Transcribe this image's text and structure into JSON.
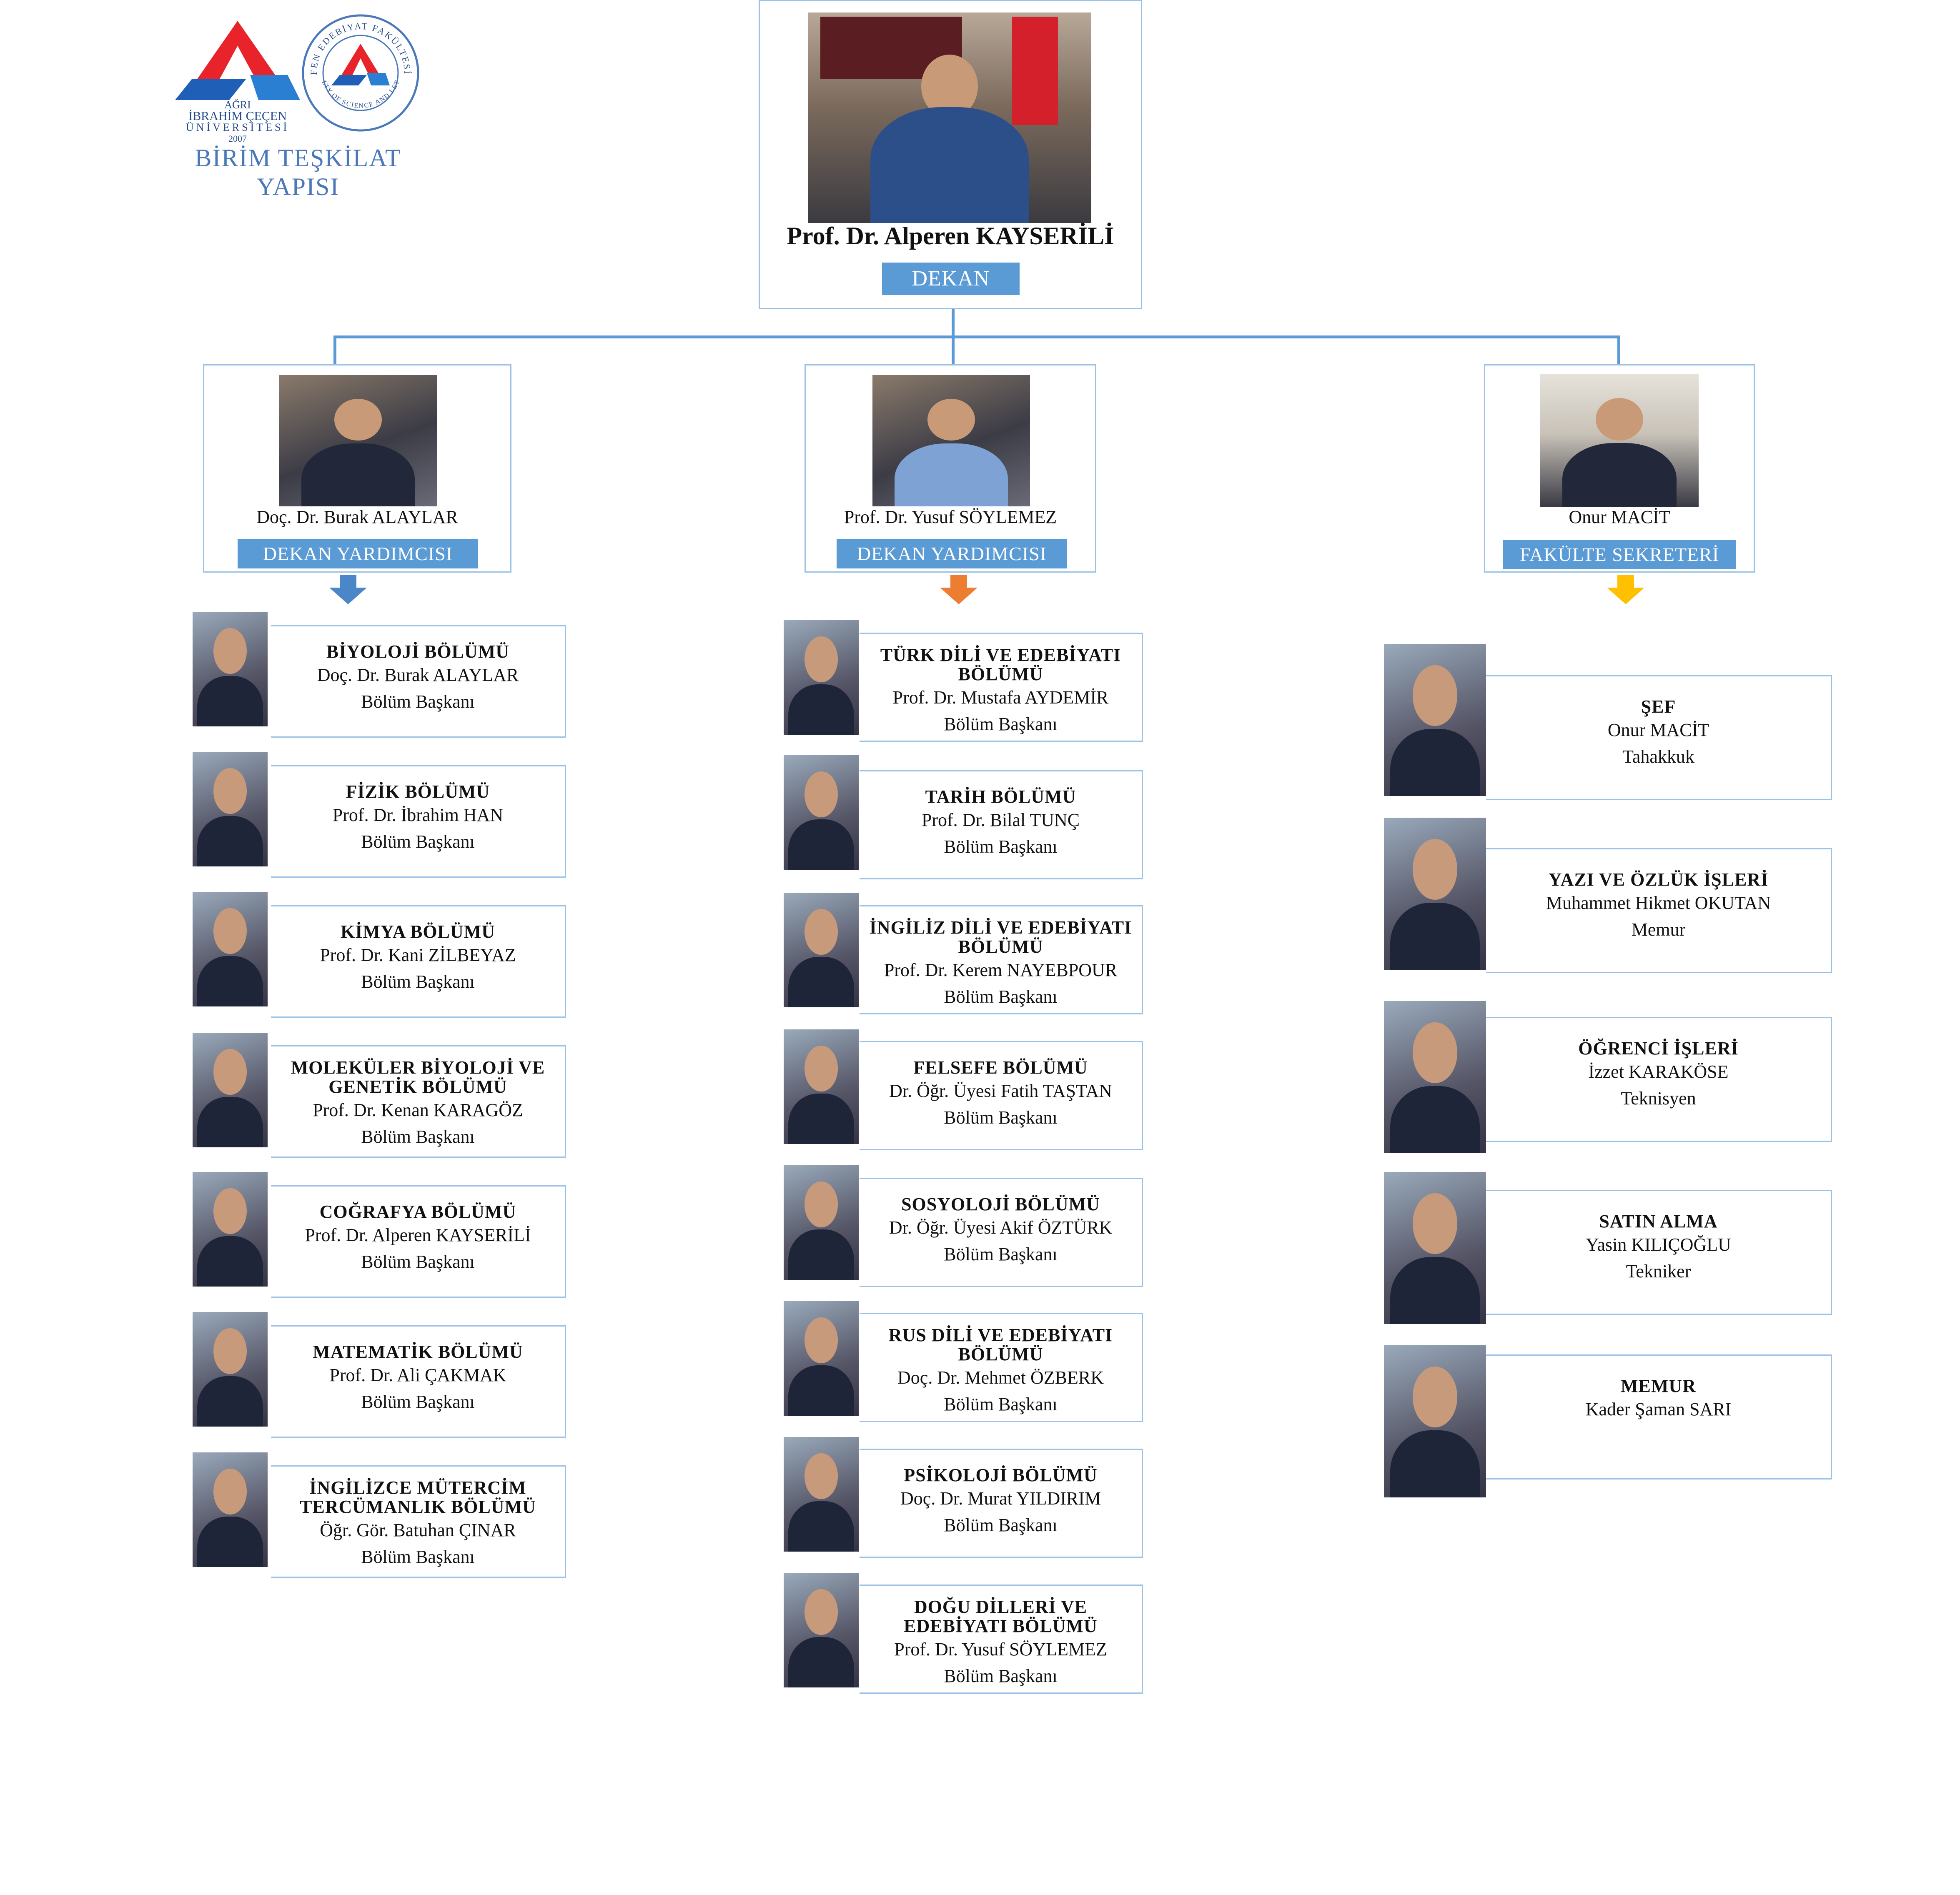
{
  "header": {
    "university_lines": [
      "AĞRI",
      "İBRAHİM ÇEÇEN",
      "ÜNİVERSİTESİ",
      "2007"
    ],
    "seal_text": "FEN EDEBİYAT FAKÜLTESİ",
    "seal_text_bottom": "FACULTY OF SCIENCE AND LETTERS",
    "title": "BİRİM TEŞKİLAT YAPISI"
  },
  "dean": {
    "name": "Prof. Dr. Alperen KAYSERİLİ",
    "role": "DEKAN"
  },
  "leaders": [
    {
      "name": "Doç. Dr. Burak ALAYLAR",
      "role": "DEKAN YARDIMCISI",
      "arrow_color": "#4a86c8"
    },
    {
      "name": "Prof. Dr. Yusuf SÖYLEMEZ",
      "role": "DEKAN YARDIMCISI",
      "arrow_color": "#ed7d31"
    },
    {
      "name": "Onur MACİT",
      "role": "FAKÜLTE SEKRETERİ",
      "arrow_color": "#ffc000"
    }
  ],
  "columns": [
    [
      {
        "title": [
          "BİYOLOJİ BÖLÜMÜ"
        ],
        "name": "Doç. Dr. Burak ALAYLAR",
        "role": "Bölüm Başkanı"
      },
      {
        "title": [
          "FİZİK BÖLÜMÜ"
        ],
        "name": "Prof. Dr. İbrahim HAN",
        "role": "Bölüm Başkanı"
      },
      {
        "title": [
          "KİMYA BÖLÜMÜ"
        ],
        "name": "Prof. Dr. Kani ZİLBEYAZ",
        "role": "Bölüm Başkanı"
      },
      {
        "title": [
          "MOLEKÜLER BİYOLOJİ VE",
          "GENETİK BÖLÜMÜ"
        ],
        "name": "Prof. Dr. Kenan KARAGÖZ",
        "role": "Bölüm Başkanı"
      },
      {
        "title": [
          "COĞRAFYA BÖLÜMÜ"
        ],
        "name": "Prof. Dr. Alperen KAYSERİLİ",
        "role": "Bölüm Başkanı"
      },
      {
        "title": [
          "MATEMATİK BÖLÜMÜ"
        ],
        "name": "Prof. Dr. Ali ÇAKMAK",
        "role": "Bölüm Başkanı"
      },
      {
        "title": [
          "İNGİLİZCE MÜTERCİM",
          "TERCÜMANLIK BÖLÜMÜ"
        ],
        "name": "Öğr. Gör. Batuhan ÇINAR",
        "role": "Bölüm Başkanı"
      }
    ],
    [
      {
        "title": [
          "TÜRK DİLİ VE EDEBİYATI",
          "BÖLÜMÜ"
        ],
        "name": "Prof. Dr. Mustafa AYDEMİR",
        "role": "Bölüm Başkanı"
      },
      {
        "title": [
          "TARİH BÖLÜMÜ"
        ],
        "name": "Prof. Dr. Bilal TUNÇ",
        "role": "Bölüm Başkanı"
      },
      {
        "title": [
          "İNGİLİZ DİLİ VE EDEBİYATI",
          "BÖLÜMÜ"
        ],
        "name": "Prof. Dr. Kerem NAYEBPOUR",
        "role": "Bölüm Başkanı"
      },
      {
        "title": [
          "FELSEFE BÖLÜMÜ"
        ],
        "name": "Dr. Öğr. Üyesi Fatih TAŞTAN",
        "role": "Bölüm Başkanı"
      },
      {
        "title": [
          "SOSYOLOJİ BÖLÜMÜ"
        ],
        "name": "Dr. Öğr. Üyesi Akif ÖZTÜRK",
        "role": "Bölüm Başkanı"
      },
      {
        "title": [
          "RUS DİLİ VE EDEBİYATI",
          "BÖLÜMÜ"
        ],
        "name": "Doç. Dr. Mehmet ÖZBERK",
        "role": "Bölüm Başkanı"
      },
      {
        "title": [
          "PSİKOLOJİ BÖLÜMÜ"
        ],
        "name": "Doç. Dr. Murat YILDIRIM",
        "role": "Bölüm Başkanı"
      },
      {
        "title": [
          "DOĞU DİLLERİ VE",
          "EDEBİYATI BÖLÜMÜ"
        ],
        "name": "Prof. Dr. Yusuf SÖYLEMEZ",
        "role": "Bölüm Başkanı"
      }
    ],
    [
      {
        "title": [
          "ŞEF"
        ],
        "name": "Onur MACİT",
        "role": "Tahakkuk"
      },
      {
        "title": [
          "YAZI VE ÖZLÜK İŞLERİ"
        ],
        "name": "Muhammet Hikmet OKUTAN",
        "role": "Memur"
      },
      {
        "title": [
          "ÖĞRENCİ İŞLERİ"
        ],
        "name": "İzzet KARAKÖSE",
        "role": "Teknisyen"
      },
      {
        "title": [
          "SATIN ALMA"
        ],
        "name": "Yasin KILIÇOĞLU",
        "role": "Tekniker"
      },
      {
        "title": [
          "MEMUR"
        ],
        "name": "Kader Şaman SARI",
        "role": ""
      }
    ]
  ]
}
